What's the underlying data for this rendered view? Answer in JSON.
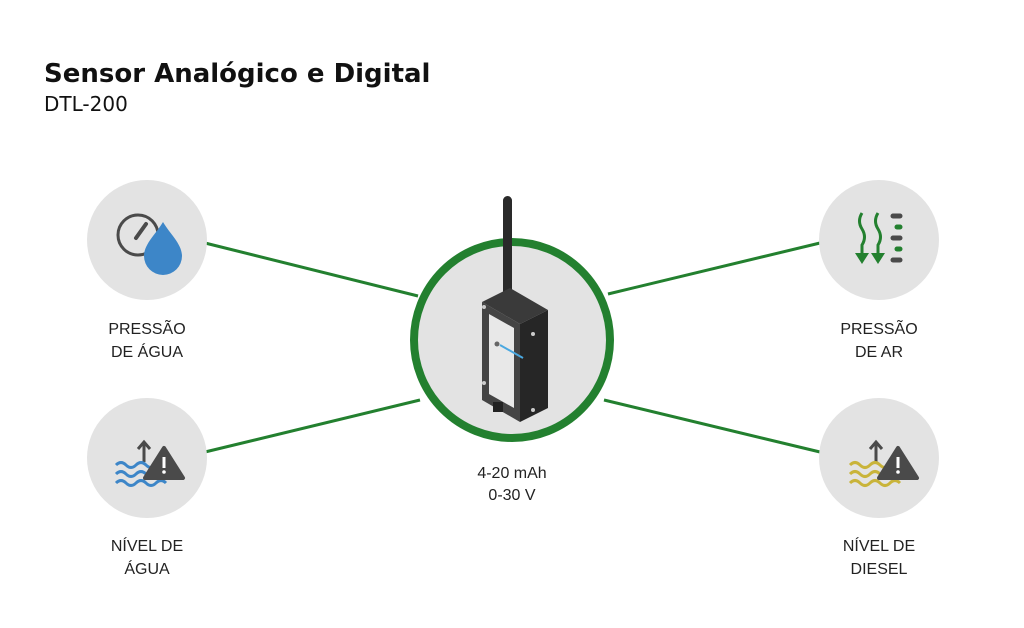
{
  "header": {
    "title": "Sensor Analógico e Digital",
    "subtitle": "DTL-200"
  },
  "center": {
    "spec_line1": "4-20 mAh",
    "spec_line2": "0-30 V",
    "device": "wireless-sensor-device-icon"
  },
  "nodes": [
    {
      "line1": "PRESSÃO",
      "line2": "DE ÁGUA",
      "icon": "gauge-water-drop-icon"
    },
    {
      "line1": "NÍVEL DE",
      "line2": "ÁGUA",
      "icon": "water-level-warning-icon"
    },
    {
      "line1": "PRESSÃO",
      "line2": "DE AR",
      "icon": "air-pressure-icon"
    },
    {
      "line1": "NÍVEL DE",
      "line2": "DIESEL",
      "icon": "diesel-level-warning-icon"
    }
  ],
  "colors": {
    "accent": "#23802f",
    "circle": "#e3e3e3",
    "water": "#3d86c8",
    "diesel": "#c9b43a",
    "icon_dark": "#4a4a4a"
  }
}
